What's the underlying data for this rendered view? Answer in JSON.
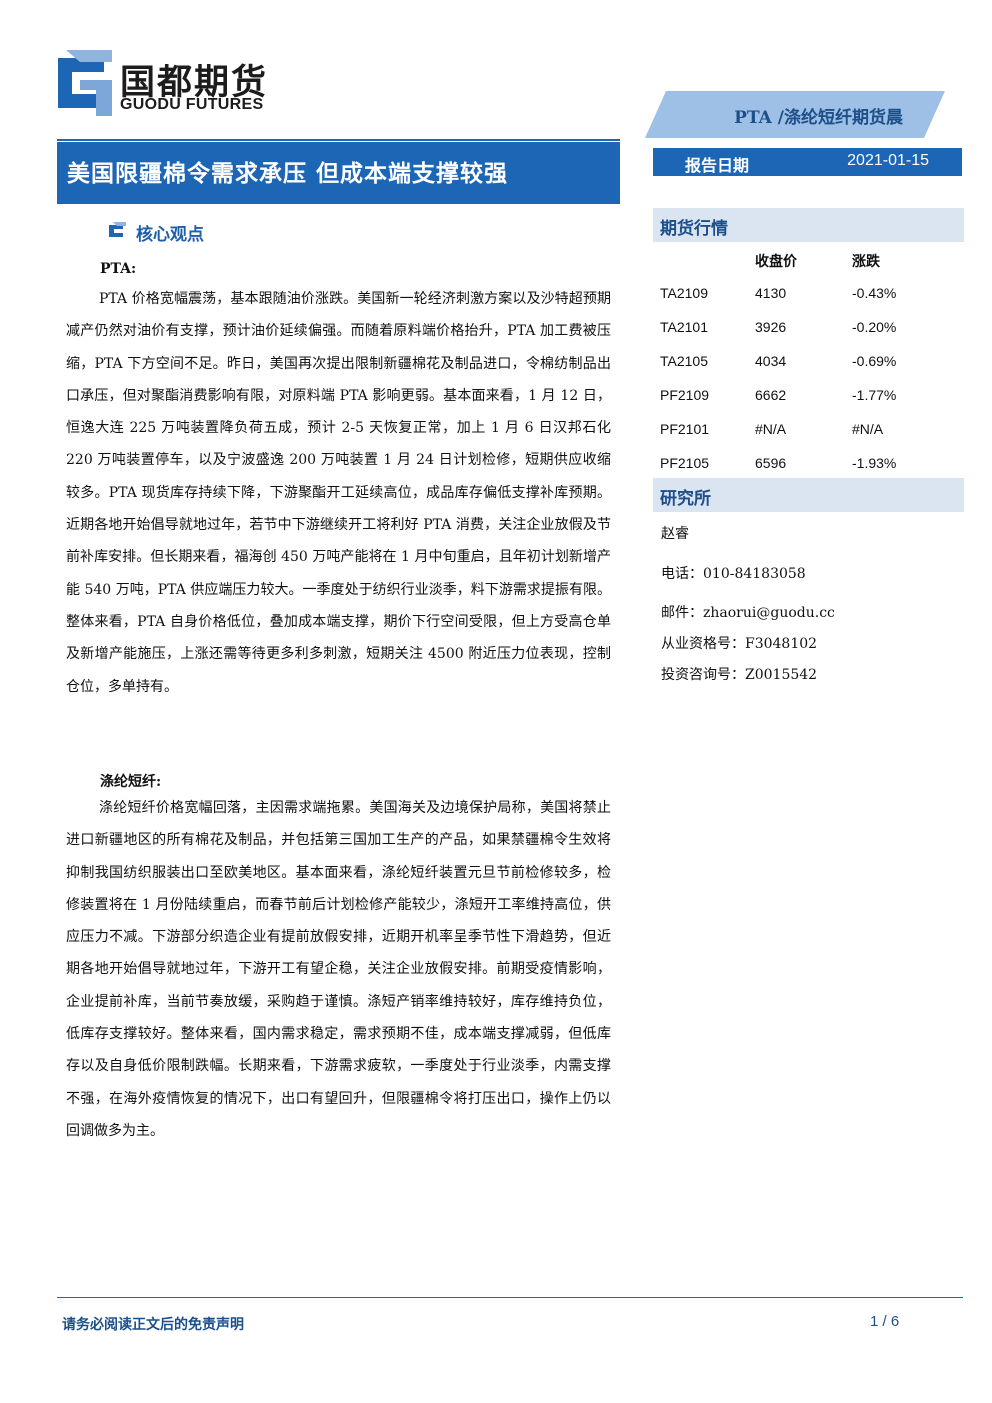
{
  "header": {
    "brand_cn": "国都期货",
    "brand_en": "GUODU FUTURES",
    "category": "PTA /涤纶短纤期货晨",
    "title": "美国限疆棉令需求承压 但成本端支撑较强",
    "date_label": "报告日期",
    "date_value": "2021-01-15"
  },
  "core": {
    "heading": "核心观点",
    "sections": [
      {
        "title": "PTA:",
        "body": "PTA 价格宽幅震荡，基本跟随油价涨跌。美国新一轮经济刺激方案以及沙特超预期减产仍然对油价有支撑，预计油价延续偏强。而随着原料端价格抬升，PTA 加工费被压缩，PTA 下方空间不足。昨日，美国再次提出限制新疆棉花及制品进口，令棉纺制品出口承压，但对聚酯消费影响有限，对原料端 PTA 影响更弱。基本面来看，1 月 12 日，恒逸大连 225 万吨装置降负荷五成，预计 2-5 天恢复正常，加上 1 月 6 日汉邦石化 220 万吨装置停车，以及宁波盛逸 200 万吨装置 1 月 24 日计划检修，短期供应收缩较多。PTA 现货库存持续下降，下游聚酯开工延续高位，成品库存偏低支撑补库预期。近期各地开始倡导就地过年，若节中下游继续开工将利好 PTA 消费，关注企业放假及节前补库安排。但长期来看，福海创 450 万吨产能将在 1 月中旬重启，且年初计划新增产能 540 万吨，PTA 供应端压力较大。一季度处于纺织行业淡季，料下游需求提振有限。整体来看，PTA 自身价格低位，叠加成本端支撑，期价下行空间受限，但上方受高仓单及新增产能施压，上涨还需等待更多利多刺激，短期关注 4500 附近压力位表现，控制仓位，多单持有。"
      },
      {
        "title": "涤纶短纤:",
        "body": "涤纶短纤价格宽幅回落，主因需求端拖累。美国海关及边境保护局称，美国将禁止进口新疆地区的所有棉花及制品，并包括第三国加工生产的产品，如果禁疆棉令生效将抑制我国纺织服装出口至欧美地区。基本面来看，涤纶短纤装置元旦节前检修较多，检修装置将在 1 月份陆续重启，而春节前后计划检修产能较少，涤短开工率维持高位，供应压力不减。下游部分织造企业有提前放假安排，近期开机率呈季节性下滑趋势，但近期各地开始倡导就地过年，下游开工有望企稳，关注企业放假安排。前期受疫情影响，企业提前补库，当前节奏放缓，采购趋于谨慎。涤短产销率维持较好，库存维持负位，低库存支撑较好。整体来看，国内需求稳定，需求预期不佳，成本端支撑减弱，但低库存以及自身低价限制跌幅。长期来看，下游需求疲软，一季度处于行业淡季，内需支撑不强，在海外疫情恢复的情况下，出口有望回升，但限疆棉令将打压出口，操作上仍以回调做多为主。"
      }
    ]
  },
  "market": {
    "heading": "期货行情",
    "col_close": "收盘价",
    "col_change": "涨跌",
    "rows": [
      {
        "contract": "TA2109",
        "close": "4130",
        "change": "-0.43%"
      },
      {
        "contract": "TA2101",
        "close": "3926",
        "change": "-0.20%"
      },
      {
        "contract": "TA2105",
        "close": "4034",
        "change": "-0.69%"
      },
      {
        "contract": "PF2109",
        "close": "6662",
        "change": "-1.77%"
      },
      {
        "contract": "PF2101",
        "close": "#N/A",
        "change": "#N/A"
      },
      {
        "contract": "PF2105",
        "close": "6596",
        "change": "-1.93%"
      }
    ]
  },
  "institute": {
    "heading": "研究所",
    "name": "赵睿",
    "phone": "电话：010-84183058",
    "email": "邮件：zhaorui@guodu.cc",
    "qualification": "从业资格号：F3048102",
    "consulting": "投资咨询号：Z0015542"
  },
  "footer": {
    "disclaimer": "请务必阅读正文后的免责声明",
    "page": "1 / 6"
  },
  "colors": {
    "primary_blue": "#1d66b6",
    "light_blue": "#9fc0e6",
    "panel_bg": "#dbe5f1"
  }
}
